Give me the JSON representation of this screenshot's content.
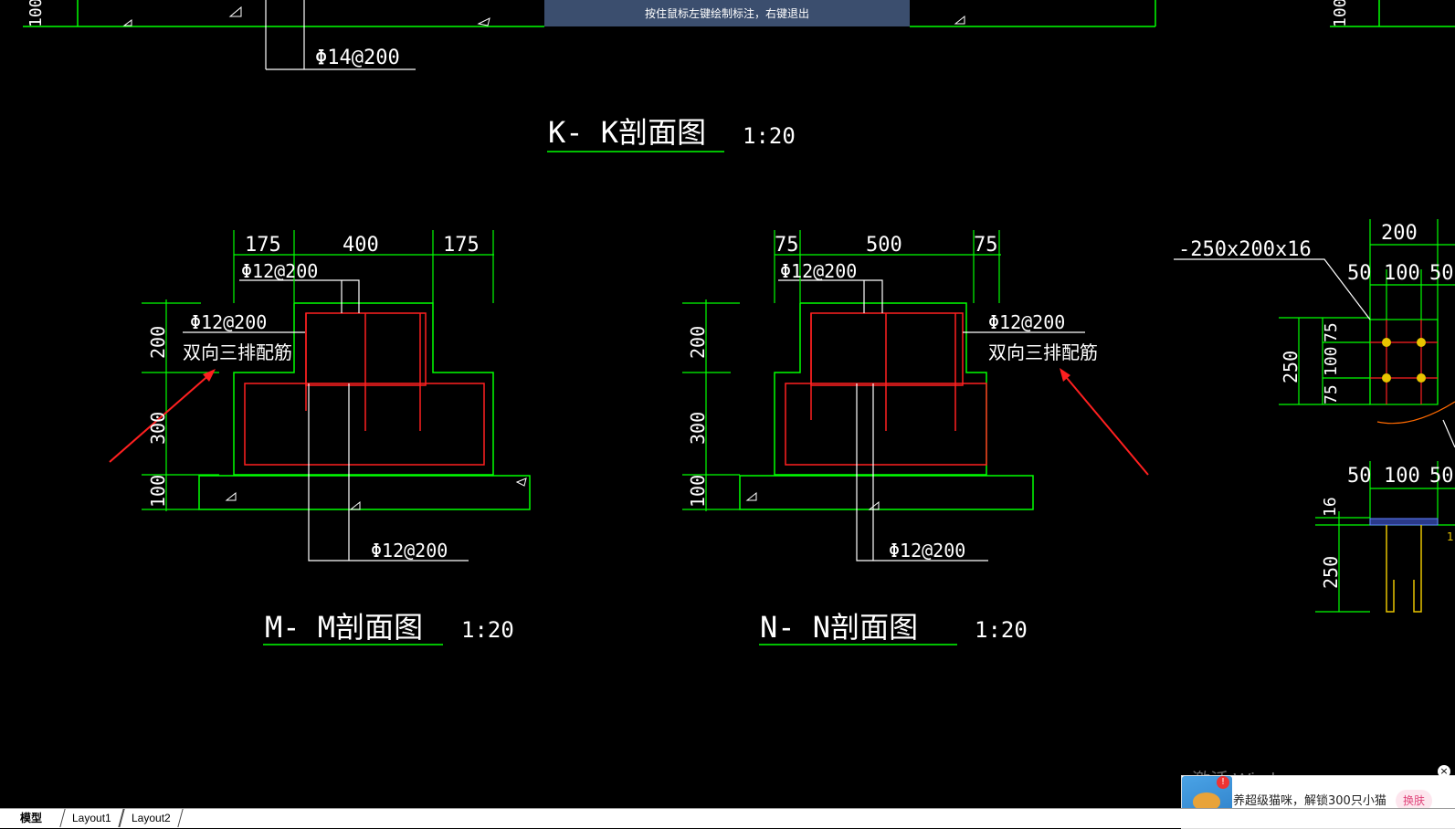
{
  "tooltip": "按住鼠标左键绘制标注，右键退出",
  "colors": {
    "outline": "#00ff00",
    "rebar": "#ff2020",
    "leader": "#ffffff",
    "arrow": "#ff2020",
    "dim": "#00ff00"
  },
  "top": {
    "rebar_label": "Φ14@200"
  },
  "kk": {
    "title": "K- K剖面图",
    "scale": "1:20"
  },
  "mm": {
    "title": "M- M剖面图",
    "scale": "1:20",
    "dims_top": [
      "175",
      "400",
      "175"
    ],
    "dims_left": [
      "200",
      "300",
      "100"
    ],
    "rebar_top": "Φ12@200",
    "rebar_side": "Φ12@200",
    "rebar_side_note": "双向三排配筋",
    "rebar_bottom": "Φ12@200"
  },
  "nn": {
    "title": "N- N剖面图",
    "scale": "1:20",
    "dims_top": [
      "75",
      "500",
      "75"
    ],
    "dims_left": [
      "200",
      "300",
      "100"
    ],
    "rebar_top": "Φ12@200",
    "rebar_side": "Φ12@200",
    "rebar_side_note": "双向三排配筋",
    "rebar_bottom": "Φ12@200"
  },
  "right": {
    "plate_label": "-250x200x16",
    "dims_top": "200",
    "dims_row1": [
      "50",
      "100",
      "50"
    ],
    "dims_left_outer": "250",
    "dims_left_inner": [
      "75",
      "100",
      "75"
    ],
    "dims_row2": [
      "50",
      "100",
      "50"
    ],
    "dims_left_lower": [
      "16",
      "250"
    ],
    "cut_label": "1"
  },
  "top_left_dim": "100",
  "top_right_dim": "100",
  "tabs": [
    "模型",
    "Layout1",
    "Layout2"
  ],
  "watermark": "激活 Windows",
  "ad": {
    "text": "养超级猫咪，解锁300只小猫",
    "button": "换肤",
    "badge": "!",
    "close": "×"
  }
}
